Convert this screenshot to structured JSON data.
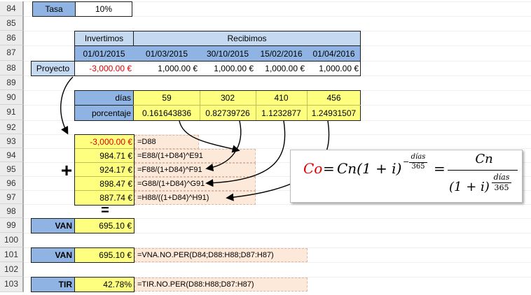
{
  "row_numbers": [
    "84",
    "85",
    "86",
    "87",
    "88",
    "89",
    "90",
    "91",
    "92",
    "93",
    "94",
    "95",
    "96",
    "97",
    "98",
    "99",
    "100",
    "101",
    "102",
    "103"
  ],
  "tasa": {
    "label": "Tasa",
    "value": "10%"
  },
  "header": {
    "invertimos": "Invertimos",
    "recibimos": "Recibimos"
  },
  "dates": [
    "01/01/2015",
    "01/03/2015",
    "30/10/2015",
    "15/02/2016",
    "01/04/2016"
  ],
  "proyecto": {
    "label": "Proyecto",
    "values": [
      "-3,000.00 €",
      "1,000.00 €",
      "1,000.00 €",
      "1,000.00 €",
      "1,000.00 €"
    ]
  },
  "dias": {
    "label": "días",
    "values": [
      "59",
      "302",
      "410",
      "456"
    ]
  },
  "porcentaje": {
    "label": "porcentaje",
    "values": [
      "0.161643836",
      "0.82739726",
      "1.1232877",
      "1.24931507"
    ]
  },
  "pv_rows": [
    {
      "value": "-3,000.00 €",
      "formula": "=D88"
    },
    {
      "value": "984.71 €",
      "formula": "=E88/(1+D84)^E91"
    },
    {
      "value": "924.17 €",
      "formula": "=F88/(1+D84)^F91"
    },
    {
      "value": "898.47 €",
      "formula": "=G88/(1+D84)^G91"
    },
    {
      "value": "887.74 €",
      "formula": "=H88/((1+D84)^H91)"
    }
  ],
  "plus_sign": "+",
  "equals_sign": "=",
  "van1": {
    "label": "VAN",
    "value": "695.10 €"
  },
  "van2": {
    "label": "VAN",
    "value": "695.10 €",
    "formula": "=VNA.NO.PER(D84;D88:H88;D87:H87)"
  },
  "tir": {
    "label": "TIR",
    "value": "42.78%",
    "formula": "=TIR.NO.PER(D88:H88;D87:H87)"
  },
  "equation": {
    "co": "Co",
    "eq1": "=",
    "cn1": "Cn(1 + i)",
    "exp1_sign": "−",
    "dias": "días",
    "n365": "365",
    "eq2": "=",
    "cn2": "Cn",
    "den": "(1 + i)"
  },
  "colors": {
    "blue": "#8fb4e3",
    "light_blue": "#c5d9f1",
    "yellow": "#ffff7f",
    "peach": "#fde9d9",
    "red": "#e00000"
  }
}
